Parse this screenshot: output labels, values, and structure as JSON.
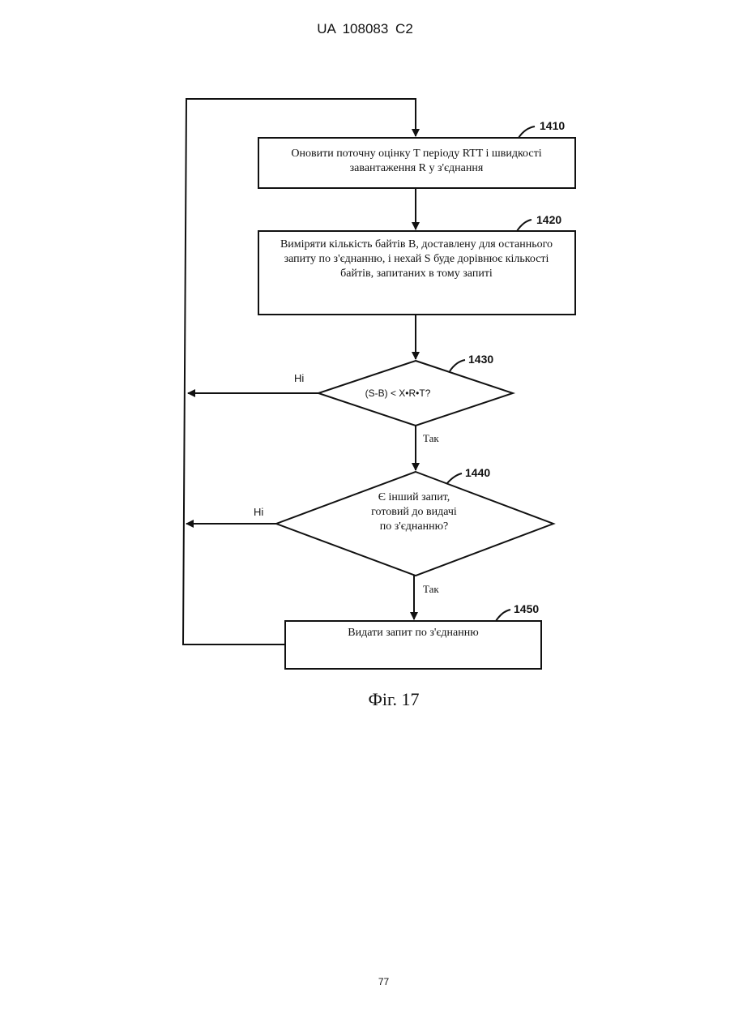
{
  "header": {
    "text": "UA   108083   C2"
  },
  "page_number": "77",
  "figure": {
    "caption": "Фіг. 17",
    "steps": [
      {
        "ref": "1410",
        "lines": [
          "Оновити поточну оцінку T періоду RTT і швидкості",
          "завантаження R у з'єднання"
        ]
      },
      {
        "ref": "1420",
        "lines": [
          "Виміряти кількість байтів B, доставлену для останнього",
          "запиту по з'єднанню, і нехай S буде дорівнює кількості",
          "байтів, запитаних в тому запиті"
        ]
      },
      {
        "ref": "1430",
        "lines": [
          "(S-B) < X•R•T?"
        ],
        "no_label": "Ні",
        "yes_label": "Так"
      },
      {
        "ref": "1440",
        "lines": [
          "Є інший запит,",
          "готовий до видачі",
          "по з'єднанню?"
        ],
        "no_label": "Ні",
        "yes_label": "Так"
      },
      {
        "ref": "1450",
        "lines": [
          "Видати запит по з'єднанню"
        ]
      }
    ]
  }
}
